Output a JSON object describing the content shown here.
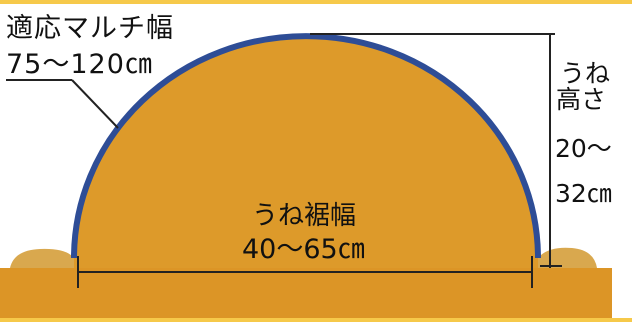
{
  "colors": {
    "ridge_fill": "#dd9a2a",
    "mulch_outline": "#2e4d96",
    "soil_side": "#d9a84e",
    "ground": "#dc9526",
    "border": "#f6c94a"
  },
  "labels": {
    "mulch_title": "適応マルチ幅",
    "mulch_range": "75～120㎝",
    "height_line1": "うね",
    "height_line2": "高さ",
    "height_line3": "20～",
    "height_line4": "32㎝",
    "base_title": "うね裾幅",
    "base_range": "40～65㎝"
  }
}
